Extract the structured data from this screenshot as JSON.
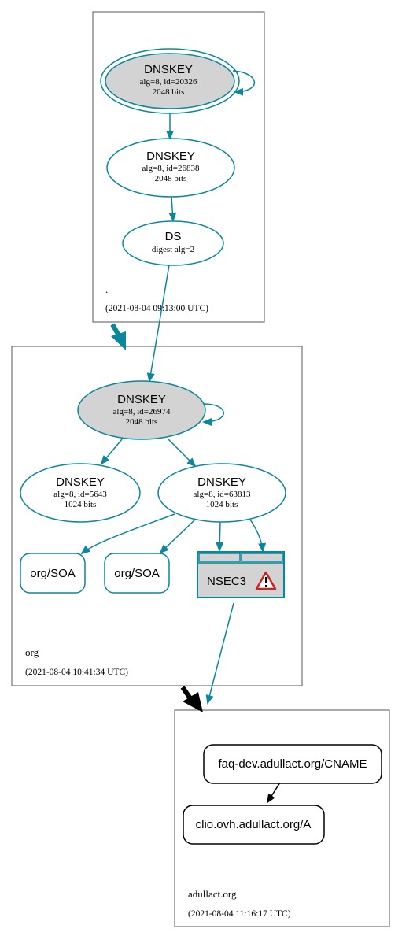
{
  "colors": {
    "edge": "#0a879a",
    "node_fill_grey": "#d3d3d3",
    "black": "#000000",
    "warning_red": "#cc2222"
  },
  "zones": {
    "root": {
      "name": ".",
      "timestamp": "(2021-08-04 09:13:00 UTC)"
    },
    "org": {
      "name": "org",
      "timestamp": "(2021-08-04 10:41:34 UTC)"
    },
    "adullact": {
      "name": "adullact.org",
      "timestamp": "(2021-08-04 11:16:17 UTC)"
    }
  },
  "nodes": {
    "root_ksk": {
      "title": "DNSKEY",
      "line1": "alg=8, id=20326",
      "line2": "2048 bits"
    },
    "root_zsk": {
      "title": "DNSKEY",
      "line1": "alg=8, id=26838",
      "line2": "2048 bits"
    },
    "org_ds": {
      "title": "DS",
      "line1": "digest alg=2"
    },
    "org_ksk": {
      "title": "DNSKEY",
      "line1": "alg=8, id=26974",
      "line2": "2048 bits"
    },
    "org_zsk1": {
      "title": "DNSKEY",
      "line1": "alg=8, id=5643",
      "line2": "1024 bits"
    },
    "org_zsk2": {
      "title": "DNSKEY",
      "line1": "alg=8, id=63813",
      "line2": "1024 bits"
    },
    "org_soa1": {
      "label": "org/SOA"
    },
    "org_soa2": {
      "label": "org/SOA"
    },
    "nsec3": {
      "label": "NSEC3",
      "warning_icon": "warning-triangle-icon"
    },
    "cname": {
      "label": "faq-dev.adullact.org/CNAME"
    },
    "a_record": {
      "label": "clio.ovh.adullact.org/A"
    }
  }
}
